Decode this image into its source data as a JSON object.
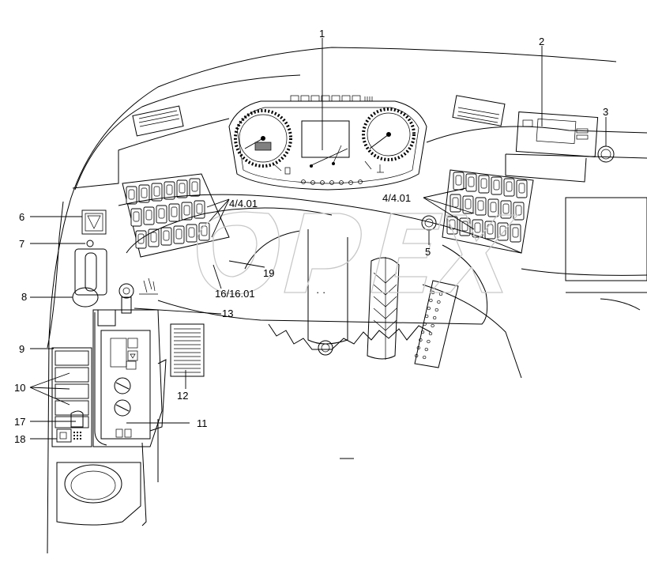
{
  "labels": {
    "l1": "1",
    "l2": "2",
    "l3": "3",
    "l4_left": "4/4.01",
    "l4_right": "4/4.01",
    "l5": "5",
    "l6": "6",
    "l7": "7",
    "l8": "8",
    "l9": "9",
    "l10": "10",
    "l11": "11",
    "l12": "12",
    "l13": "13",
    "l16": "16/16.01",
    "l17": "17",
    "l18": "18",
    "l19": "19"
  },
  "watermark": "OPEX",
  "colors": {
    "line": "#000000",
    "watermark": "#c8c8c8",
    "warning_indicator": "#808080"
  }
}
